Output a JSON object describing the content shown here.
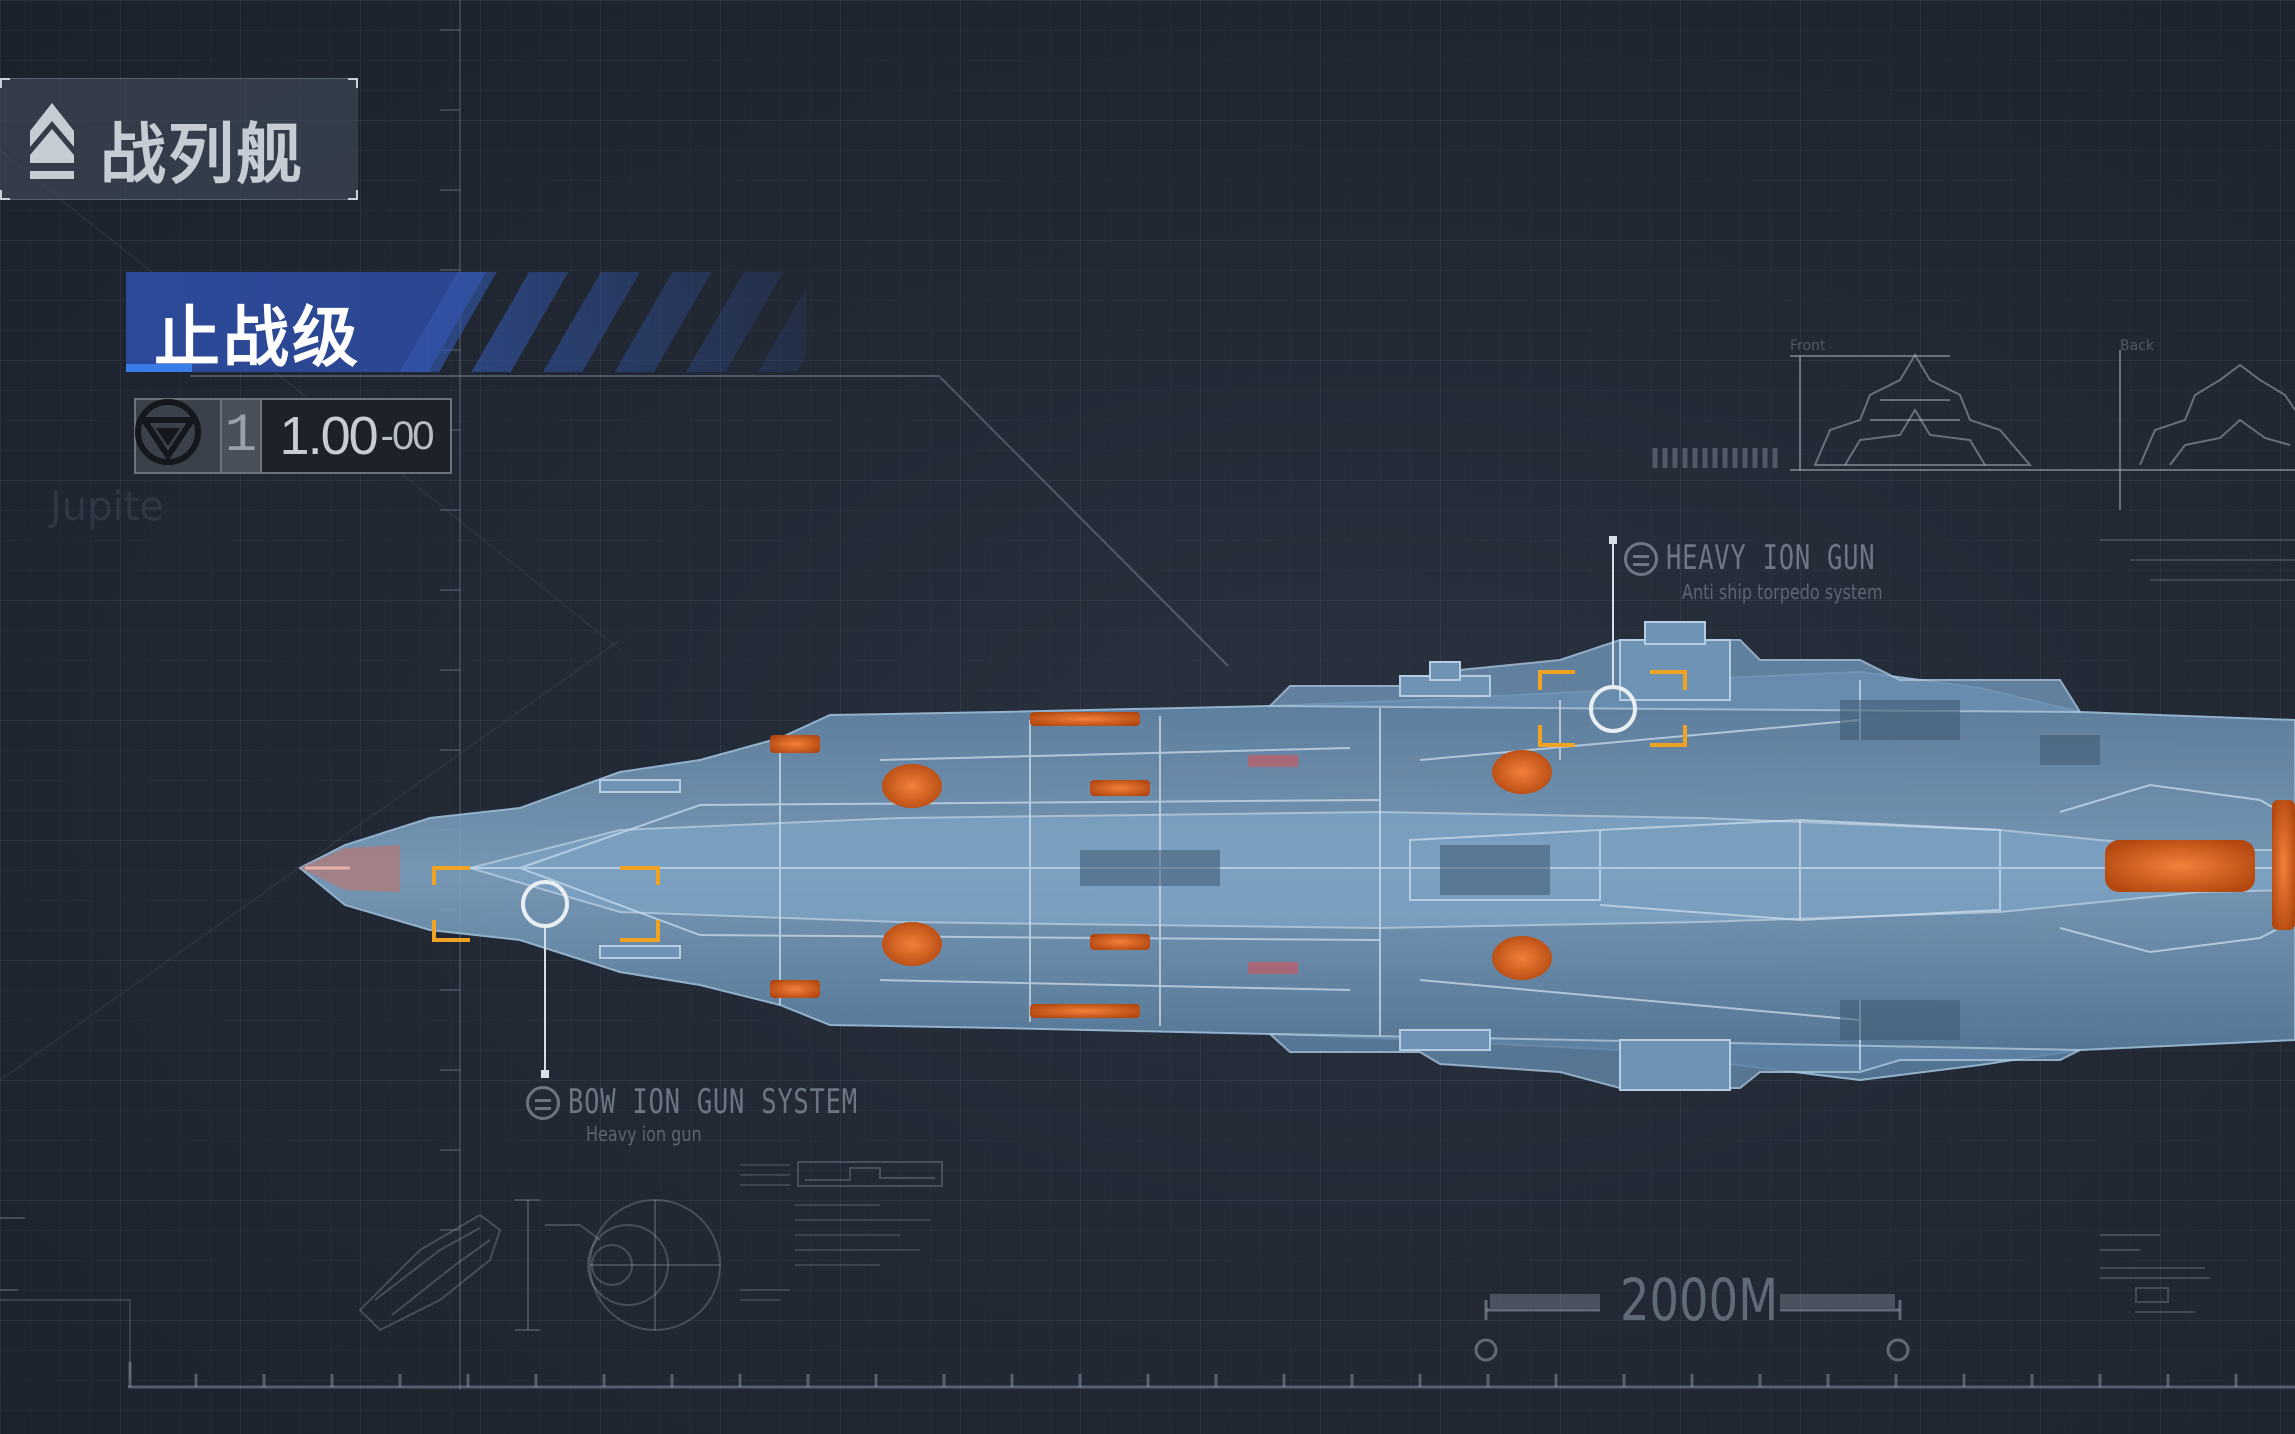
{
  "header": {
    "class_label": "战列舰",
    "ship_name": "止战级"
  },
  "stats": {
    "tier": "1",
    "value_main": "1.00",
    "value_sub": "-00"
  },
  "background_text": {
    "jupiter": "Jupite",
    "tiny_front": "Front",
    "tiny_back": "Back"
  },
  "callouts": [
    {
      "title": "HEAVY ION GUN",
      "subtitle": "Anti ship torpedo system"
    },
    {
      "title": "BOW ION GUN SYSTEM",
      "subtitle": "Heavy ion gun"
    }
  ],
  "scale": {
    "label": "2000M"
  },
  "colors": {
    "bracket": "#f0a323",
    "banner": "#2c4a9a",
    "accent": "#3a7ce8",
    "hull": "#6f93b5",
    "hot_component": "#d9621d"
  },
  "icons": [
    "rank-chevron-icon",
    "faction-emblem-icon",
    "weapon-system-icon"
  ]
}
